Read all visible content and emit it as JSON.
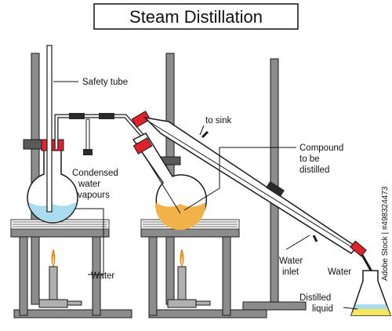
{
  "title": "Steam Distillation",
  "labels": {
    "safety_tube": "Safety tube",
    "to_sink": "to sink",
    "compound_line1": "Compound",
    "compound_line2": "to be",
    "compound_line3": "distilled",
    "condensed_line1": "Condensed",
    "condensed_line2": "water",
    "condensed_line3": "vapours",
    "water_left": "Water",
    "water_inlet_line1": "Water",
    "water_inlet_line2": "inlet",
    "water_right": "Water",
    "distilled_line1": "Distilled",
    "distilled_line2": "liquid"
  },
  "colors": {
    "outline": "#1a1a1a",
    "stand_gray": "#8c8c8c",
    "stand_dark": "#5a5a5a",
    "water_blue": "#a9dcef",
    "compound_orange": "#f2b24a",
    "distillate_yellow": "#f7e55c",
    "clamp_red": "#e0232b",
    "flame_orange": "#f39a1e",
    "flame_yellow": "#fde36a",
    "wire_gauze": "#3a3a3a"
  },
  "watermark": "Adobe Stock | #498324473"
}
